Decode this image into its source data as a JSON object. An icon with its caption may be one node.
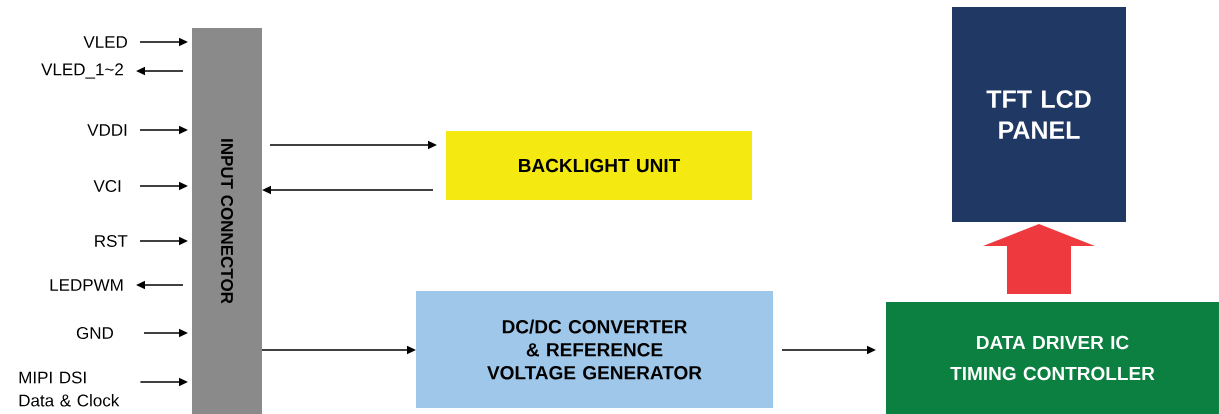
{
  "diagram": {
    "nodes": [
      {
        "text": [
          "VLED"
        ]
      },
      {
        "text": [
          "VLED_1~2"
        ]
      },
      {
        "text": [
          "VDDI"
        ]
      },
      {
        "text": [
          "VCI"
        ]
      },
      {
        "text": [
          "RST"
        ]
      },
      {
        "text": [
          "LEDPWM"
        ]
      },
      {
        "text": [
          "GND"
        ]
      },
      {
        "text": [
          "MIPI DSI Data & Clock"
        ]
      },
      {
        "text": [
          "INPUT CONNECTOR"
        ]
      },
      {
        "text": [
          "BACKLIGHT UNIT"
        ]
      },
      {
        "text": [
          "DC/DC CONVERTER & REFERENCE VOLTAGE GENERATOR"
        ]
      },
      {
        "text": [
          "TFT LCD PANEL"
        ]
      },
      {
        "text": [
          "DATA DRIVER IC",
          "TIMING CONTROLLER"
        ]
      }
    ],
    "edges": [
      {
        "from": 0,
        "to": 8,
        "arrow": "to"
      },
      {
        "from": 8,
        "to": 1,
        "arrow": "to"
      },
      {
        "from": 2,
        "to": 8,
        "arrow": "to"
      },
      {
        "from": 3,
        "to": 8,
        "arrow": "to"
      },
      {
        "from": 4,
        "to": 8,
        "arrow": "to"
      },
      {
        "from": 8,
        "to": 5,
        "arrow": "to"
      },
      {
        "from": 6,
        "to": 8,
        "arrow": "to"
      },
      {
        "from": 7,
        "to": 8,
        "arrow": "to"
      },
      {
        "from": 8,
        "to": 9,
        "arrow": "to"
      },
      {
        "from": 9,
        "to": 8,
        "arrow": "to"
      },
      {
        "from": 8,
        "to": 10,
        "arrow": "to"
      },
      {
        "from": 10,
        "to": 12,
        "arrow": "to"
      },
      {
        "from": 12,
        "to": 11,
        "arrow": "to",
        "style": "thick",
        "color": "#ee3a3e"
      }
    ]
  }
}
